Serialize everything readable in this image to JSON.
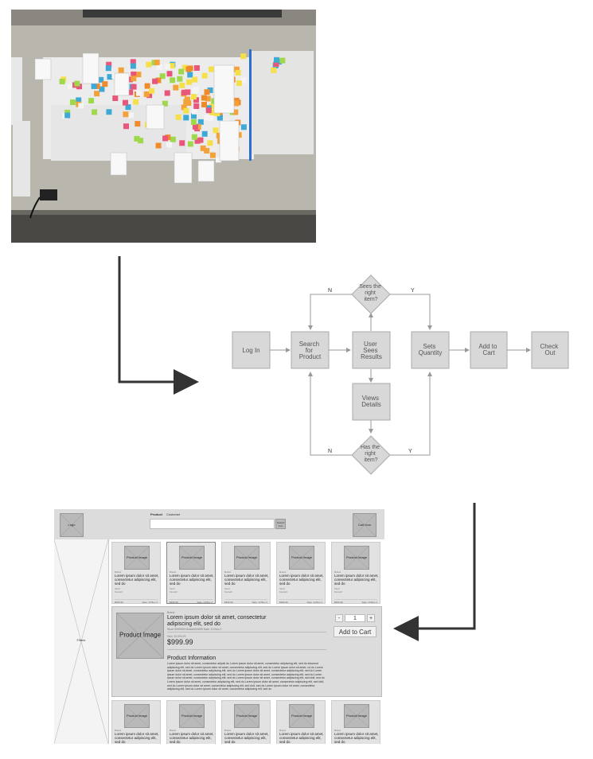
{
  "photo": {
    "alt": "Photo of wall with sticky notes"
  },
  "flowchart": {
    "nodes": {
      "login": [
        "Log In"
      ],
      "search": [
        "Search",
        "for",
        "Product"
      ],
      "results": [
        "User",
        "Sees",
        "Results"
      ],
      "quantity": [
        "Sets",
        "Quantity"
      ],
      "add_to_cart": [
        "Add to",
        "Cart"
      ],
      "checkout": [
        "Check",
        "Out"
      ],
      "details": [
        "Views",
        "Details"
      ],
      "decision_top": [
        "Sees the",
        "right",
        "item?"
      ],
      "decision_bottom": [
        "Has the",
        "right",
        "item?"
      ]
    },
    "labels": {
      "top_no": "N",
      "top_yes": "Y",
      "bottom_no": "N",
      "bottom_yes": "Y"
    }
  },
  "wireframe": {
    "header": {
      "logo": "Logo",
      "tab_product": "Product",
      "tab_customer": "Customer",
      "search_button": "Search Icon",
      "cart_icon": "Cart Icon"
    },
    "sidebar": {
      "label": "Filters"
    },
    "card": {
      "image_label": "Product Image",
      "brand": "Brand",
      "title": "Lorem ipsum dolor sit amet, consectetur adipiscing elit, sed do",
      "sku": "Sku#",
      "model": "Model#",
      "price": "$999.99",
      "sale": "Sale: 10 Box 2"
    },
    "detail": {
      "image_label": "Product Image",
      "brand": "Brand",
      "title": "Lorem ipsum dolor sit amet, consectetur adipiscing elit, sed do",
      "meta": "Sku# 9999999   Model#99999   Sale: 10 Box 2",
      "was_price": "Was: $1099.99",
      "price": "$999.99",
      "info_heading": "Product Information",
      "info_body": "Lorem ipsum dolor sit amet, consectetur adipisi do Lorem ipsum dolor sit amet, consectetur adipiscing elit, sed do eiusmod adipiscing elit, sed do Lorem ipsum dolor sit amet, consectetur adipiscing elit, sed do Lorem ipsum dolor sit amet, cd do Lorem ipsum dolor sit amet, consectetur adipiscing elit, sed do Lorem ipsum dolor sit amet, consectetur adipiscing elit, sed do Lorem ipsum dolor sit amet, consectetur adipiscing elit, sed do Lorem ipsum dolor sit amet, consectetur adipiscing elit, sed do Lorem ipsum dolor sit amet, consectetur adipiscing elit, sed do Lorem ipsum dolor sit amet, consectetur adipiscing elit, sed dolt, sed do Lorem ipsum dolor sit amet, consectetur adipiscing elit, sed do Lorem ipsum dolor sit amet, consectetur adipiscing elit, sed dolt, sed do Lorem ipsum dolor sit amet, consectetur adipiscing elit, sed dolt, sed do Lorem ipsum dolor sit amet, consectetur adipiscing elit, sed do Lorem ipsum dolor sit amet, consectetur adipiscing elit, sed do",
      "qty_minus": "-",
      "qty_value": "1",
      "qty_plus": "+",
      "add_to_cart": "Add to Cart"
    }
  }
}
